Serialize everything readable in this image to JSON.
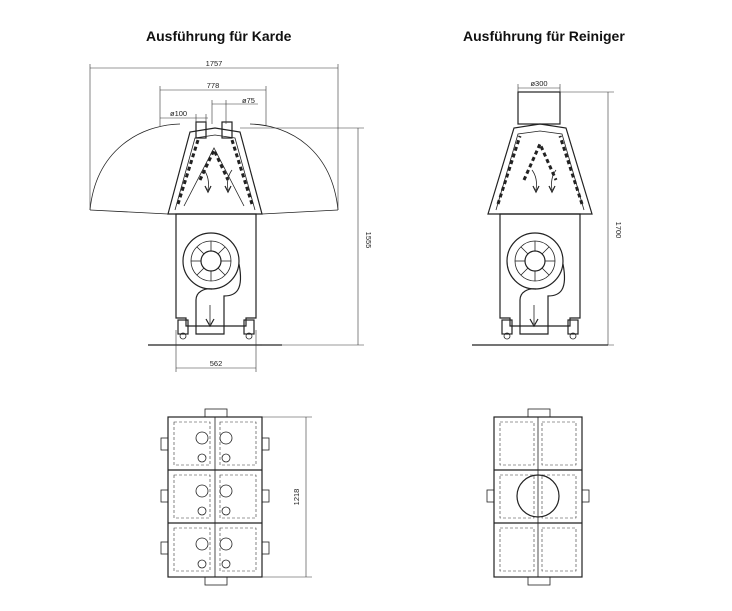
{
  "titles": {
    "left": "Ausführung für Karde",
    "right": "Ausführung für Reiniger"
  },
  "dimensions": {
    "karde_total_width": "1757",
    "karde_head_width": "778",
    "karde_inlet_small": "ø100",
    "karde_inlet_large": "ø75",
    "karde_height": "1555",
    "karde_base_width": "562",
    "karde_plan_length": "1218",
    "reiniger_inlet": "ø300",
    "reiniger_height": "1700"
  }
}
